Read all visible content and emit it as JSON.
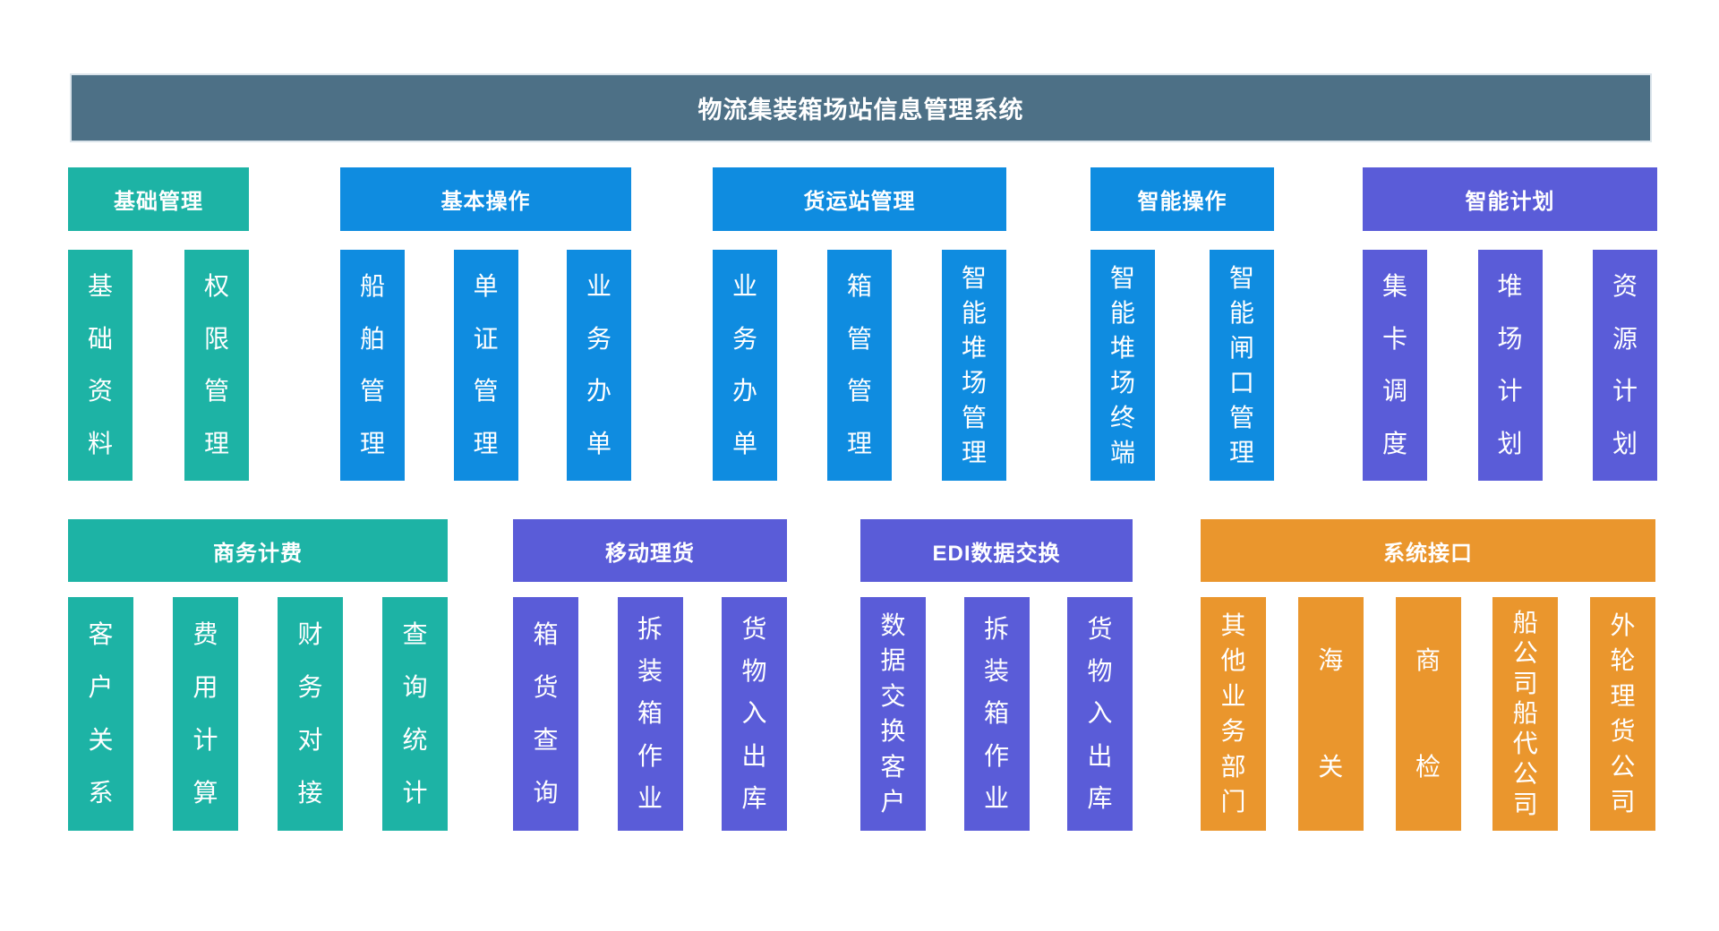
{
  "title": "物流集装箱场站信息管理系统",
  "colors": {
    "title_bar": "#4d7086",
    "teal": "#1db3a5",
    "blue": "#0f8ce0",
    "purple": "#5a5cd8",
    "orange": "#ea962d",
    "text": "#ffffff",
    "background": "#ffffff"
  },
  "rows": [
    {
      "groups": [
        {
          "label": "基础管理",
          "color": "teal",
          "columns": [
            "基础资料",
            "权限管理"
          ]
        },
        {
          "label": "基本操作",
          "color": "blue",
          "columns": [
            "船舶管理",
            "单证管理",
            "业务办单"
          ]
        },
        {
          "label": "货运站管理",
          "color": "blue",
          "columns": [
            "业务办单",
            "箱管管理",
            "智能堆场管理"
          ]
        },
        {
          "label": "智能操作",
          "color": "blue",
          "columns": [
            "智能堆场终端",
            "智能闸口管理"
          ]
        },
        {
          "label": "智能计划",
          "color": "purple",
          "columns": [
            "集卡调度",
            "堆场计划",
            "资源计划"
          ]
        }
      ]
    },
    {
      "groups": [
        {
          "label": "商务计费",
          "color": "teal",
          "columns": [
            "客户关系",
            "费用计算",
            "财务对接",
            "查询统计"
          ]
        },
        {
          "label": "移动理货",
          "color": "purple",
          "columns": [
            "箱货查询",
            "拆装箱作业",
            "货物入出库"
          ]
        },
        {
          "label": "EDI数据交换",
          "color": "purple",
          "columns": [
            "数据交换客户",
            "拆装箱作业",
            "货物入出库"
          ]
        },
        {
          "label": "系统接口",
          "color": "orange",
          "columns": [
            "其他业务部门",
            "海关",
            "商检",
            "船公司船代公司",
            "外轮理货公司"
          ]
        }
      ]
    }
  ]
}
